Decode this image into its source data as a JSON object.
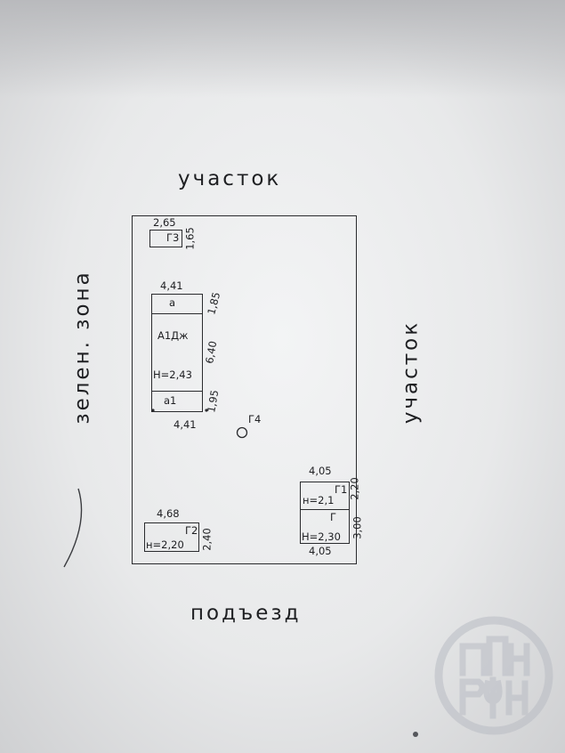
{
  "labels": {
    "top": "участок",
    "right": "участок",
    "bottom": "подъезд",
    "left": "зелен. зона"
  },
  "g3": {
    "name": "Г3",
    "width": "2,65",
    "height": "1,65"
  },
  "main_building": {
    "name": "А1Дж",
    "top_width": "4,41",
    "bottom_width": "4,41",
    "total_length": "6,40",
    "top_section": "1,85",
    "bottom_section": "1,95",
    "room_a": "а",
    "room_a1": "а1",
    "height_label": "Н=2,43"
  },
  "g4": {
    "name": "Г4"
  },
  "g1_g": {
    "name_g1": "Г1",
    "name_g": "Г",
    "width_top": "4,05",
    "width_bottom": "4,05",
    "height_g1": "2,20",
    "height_g": "3,00",
    "h_g1": "н=2,1",
    "h_g": "Н=2,30"
  },
  "g2": {
    "name": "Г2",
    "width": "4,68",
    "height": "2,40",
    "h": "н=2,20"
  },
  "colors": {
    "ink": "#2a2b2e",
    "paper": "#eeeff0",
    "stamp": "#b9bcc4"
  },
  "stamp": {
    "icon": "rfn-stamp-logo"
  }
}
